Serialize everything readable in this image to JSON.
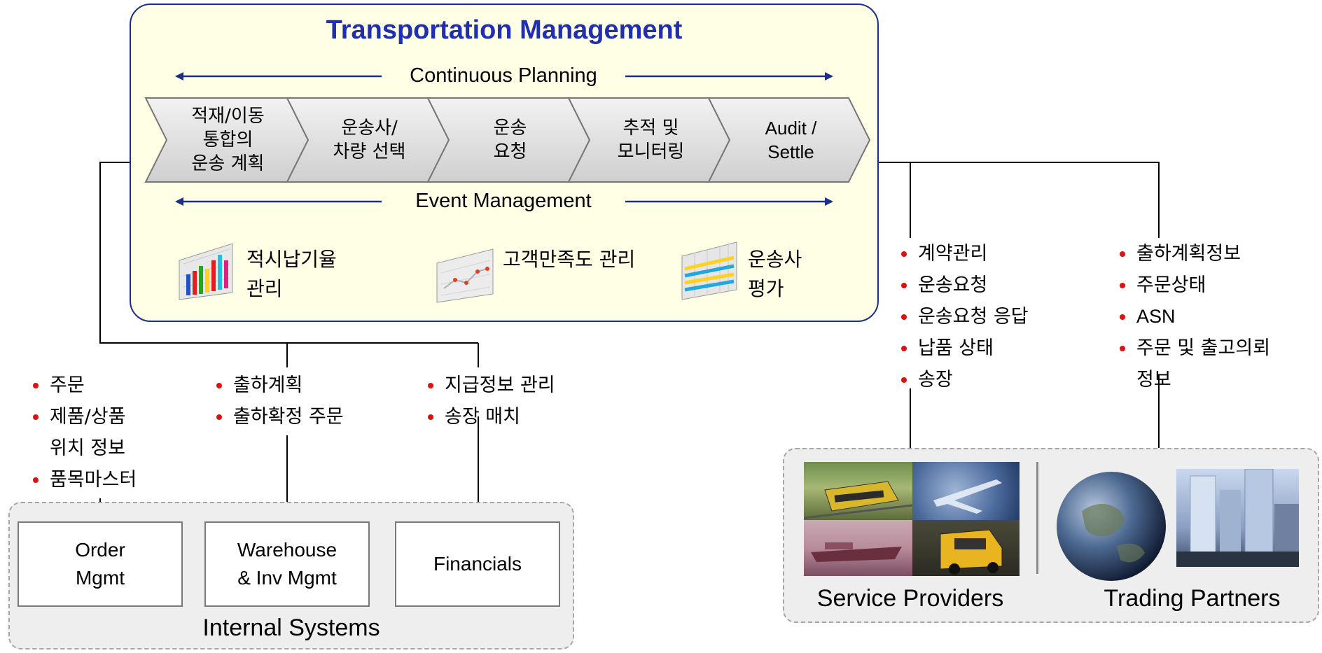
{
  "transport": {
    "title": "Transportation Management",
    "continuous_planning": "Continuous Planning",
    "event_management": "Event Management",
    "steps": [
      {
        "line1": "적재/이동",
        "line2": "통합의",
        "line3": "운송 계획"
      },
      {
        "line1": "운송사/",
        "line2": "차량 선택",
        "line3": ""
      },
      {
        "line1": "운송",
        "line2": "요청",
        "line3": ""
      },
      {
        "line1": "추적 및",
        "line2": "모니터링",
        "line3": ""
      },
      {
        "line1": "Audit /",
        "line2": "Settle",
        "line3": ""
      }
    ],
    "kpis": [
      {
        "line1": "적시납기율",
        "line2": "관리",
        "icon": "bar-chart-icon"
      },
      {
        "line1": "고객만족도 관리",
        "line2": "",
        "icon": "line-chart-icon"
      },
      {
        "line1": "운송사",
        "line2": "평가",
        "icon": "grid-chart-icon"
      }
    ]
  },
  "internal_flows": [
    {
      "items": [
        {
          "text": "주문",
          "cont": ""
        },
        {
          "text": "제품/상품",
          "cont": "위치 정보"
        },
        {
          "text": "품목마스터",
          "cont": ""
        }
      ]
    },
    {
      "items": [
        {
          "text": "출하계획",
          "cont": ""
        },
        {
          "text": "출하확정 주문",
          "cont": ""
        }
      ]
    },
    {
      "items": [
        {
          "text": "지급정보 관리",
          "cont": ""
        },
        {
          "text": "송장 매치",
          "cont": ""
        }
      ]
    }
  ],
  "external_flows": [
    {
      "items": [
        {
          "text": "계약관리",
          "cont": ""
        },
        {
          "text": "운송요청",
          "cont": ""
        },
        {
          "text": "운송요청 응답",
          "cont": ""
        },
        {
          "text": "납품 상태",
          "cont": ""
        },
        {
          "text": "송장",
          "cont": ""
        }
      ]
    },
    {
      "items": [
        {
          "text": "출하계획정보",
          "cont": ""
        },
        {
          "text": "주문상태",
          "cont": ""
        },
        {
          "text": "ASN",
          "cont": ""
        },
        {
          "text": "주문 및 출고의뢰",
          "cont": "정보"
        }
      ]
    }
  ],
  "internal_systems": {
    "label": "Internal Systems",
    "boxes": [
      {
        "line1": "Order",
        "line2": "Mgmt"
      },
      {
        "line1": "Warehouse",
        "line2": "& Inv Mgmt"
      },
      {
        "line1": "Financials",
        "line2": ""
      }
    ]
  },
  "external": {
    "service_providers": "Service Providers",
    "trading_partners": "Trading Partners",
    "images": [
      "train-photo",
      "airplane-photo",
      "ship-photo",
      "truck-photo",
      "globe-photo",
      "city-photo"
    ]
  },
  "colors": {
    "title_blue": "#1f2eb2",
    "arrow_blue": "#1a2f8c",
    "panel_yellow": "#ffffe6",
    "bullet_red": "#e01010",
    "chevron_gray": "#d9d9d9"
  }
}
